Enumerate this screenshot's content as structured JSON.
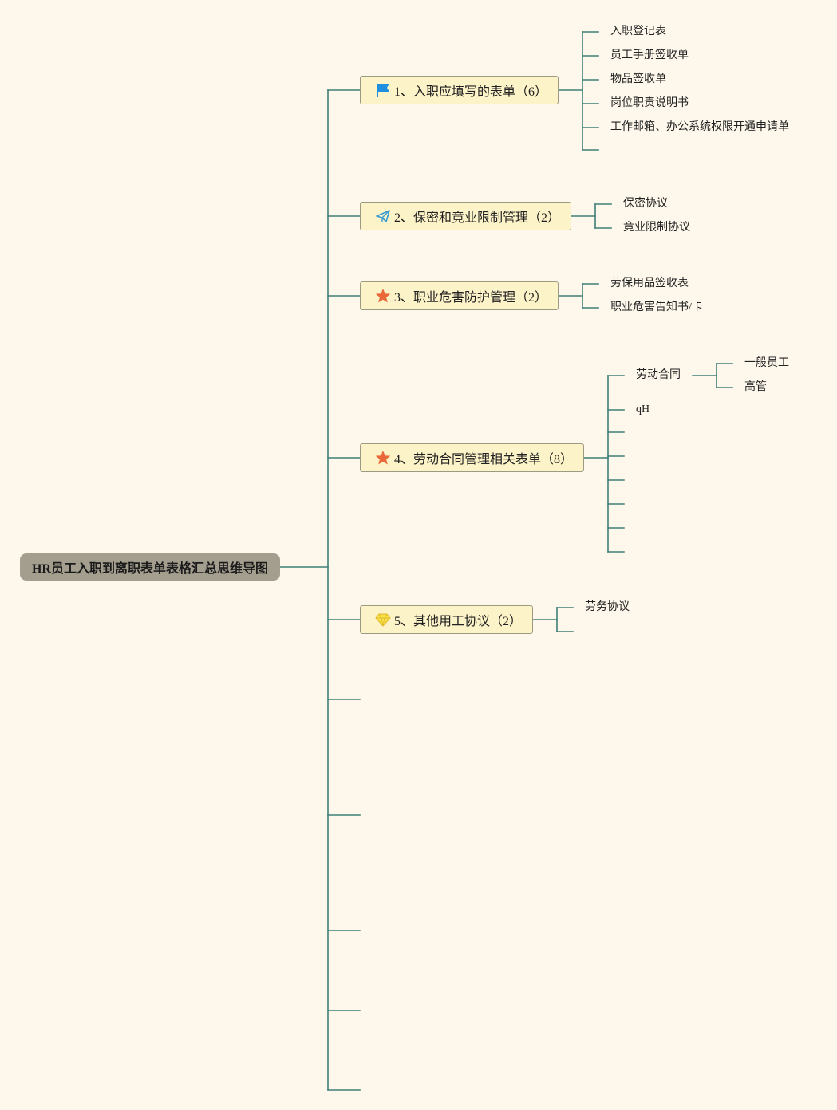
{
  "root": {
    "title": "HR员工入职到离职表单表格汇总思维导图"
  },
  "topics": [
    {
      "label": "1、入职应填写的表单（6）",
      "icon": "blue-flag-icon",
      "children": [
        "入职登记表",
        "员工手册签收单",
        "物品签收单",
        "岗位职责说明书",
        "工作邮箱、办公系统权限开通申请单"
      ]
    },
    {
      "label": "2、保密和竟业限制管理（2）",
      "icon": "paper-plane-icon",
      "children": [
        "保密协议",
        "竟业限制协议"
      ]
    },
    {
      "label": "3、职业危害防护管理（2）",
      "icon": "orange-star-icon",
      "children": [
        "劳保用品签收表",
        "职业危害告知书/卡"
      ]
    },
    {
      "label": "4、劳动合同管理相关表单（8）",
      "icon": "orange-star-icon",
      "children": [
        "劳动合同",
        "qH"
      ],
      "grandchildren": [
        "一般员工",
        "高管"
      ]
    },
    {
      "label": "5、其他用工协议（2）",
      "icon": "yellow-diamond-icon",
      "children": [
        "劳务协议"
      ]
    }
  ],
  "colors": {
    "background": "#fef8ec",
    "connector": "#3f7f77",
    "root_fill": "#a49e8e",
    "topic_fill": "#fdf3c8",
    "flag": "#1f8fe0",
    "star": "#e8683a",
    "diamond": "#f7e04a"
  }
}
